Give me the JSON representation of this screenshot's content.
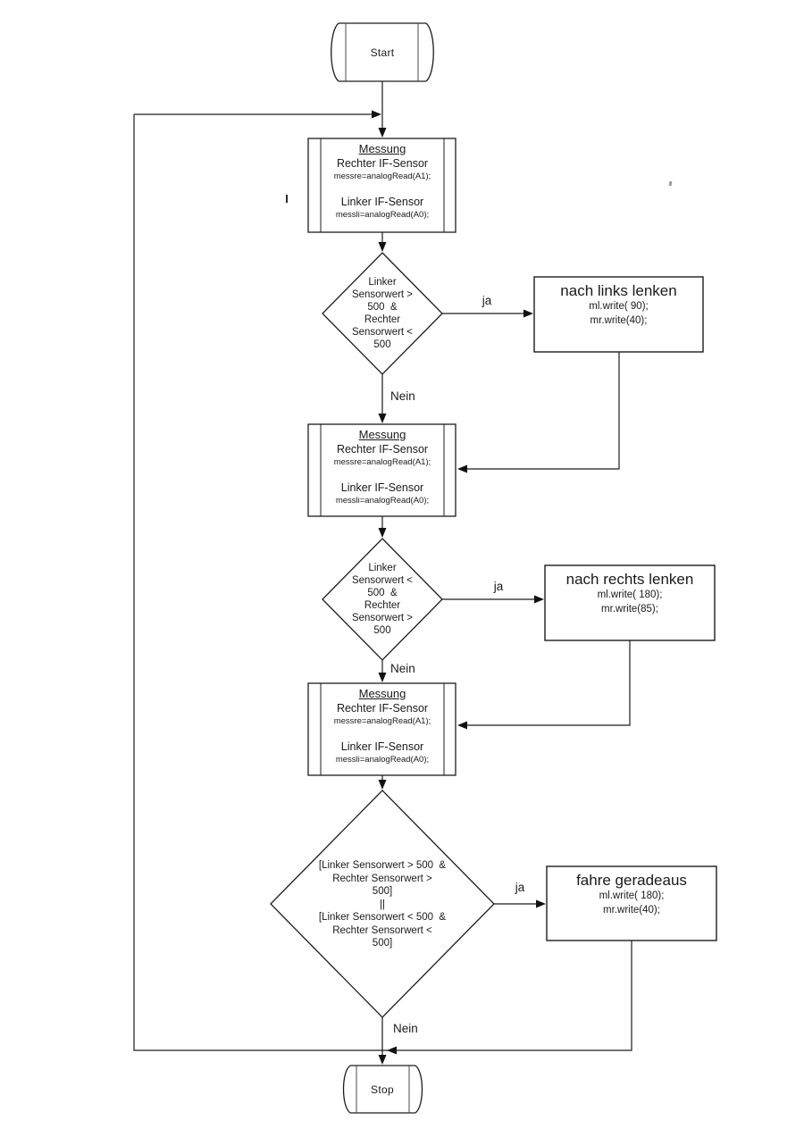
{
  "diagram": {
    "start": {
      "label": "Start"
    },
    "stop": {
      "label": "Stop"
    },
    "measure1": {
      "title": "Messung",
      "sensor1": "Rechter IF-Sensor",
      "code1": "messre=analogRead(A1);",
      "sensor2": "Linker IF-Sensor",
      "code2": "messli=analogRead(A0);"
    },
    "measure2": {
      "title": "Messung",
      "sensor1": "Rechter IF-Sensor",
      "code1": "messre=analogRead(A1);",
      "sensor2": "Linker IF-Sensor",
      "code2": "messli=analogRead(A0);"
    },
    "measure3": {
      "title": "Messung",
      "sensor1": "Rechter IF-Sensor",
      "code1": "messre=analogRead(A1);",
      "sensor2": "Linker IF-Sensor",
      "code2": "messli=analogRead(A0);"
    },
    "decision1": {
      "lines": [
        "Linker",
        "Sensorwert >",
        "500  &",
        "Rechter",
        "Sensorwert <",
        "500"
      ]
    },
    "decision2": {
      "lines": [
        "Linker",
        "Sensorwert <",
        "500  &",
        "Rechter",
        "Sensorwert >",
        "500"
      ]
    },
    "decision3": {
      "lines": [
        "[Linker Sensorwert > 500  &",
        "Rechter Sensorwert >",
        "500]",
        "||",
        "[Linker Sensorwert < 500  &",
        "Rechter Sensorwert <",
        "500]"
      ]
    },
    "action1": {
      "title": "nach links lenken",
      "code1": "ml.write( 90);",
      "code2": "mr.write(40);"
    },
    "action2": {
      "title": "nach rechts lenken",
      "code1": "ml.write( 180);",
      "code2": "mr.write(85);"
    },
    "action3": {
      "title": "fahre geradeaus",
      "code1": "ml.write( 180);",
      "code2": "mr.write(40);"
    },
    "labels": {
      "ja1": "ja",
      "ja2": "ja",
      "ja3": "ja",
      "nein1": "Nein",
      "nein2": "Nein",
      "nein3": "Nein"
    }
  },
  "colors": {
    "line": "#1c1c1c",
    "text": "#1a1a1a",
    "background": "#ffffff"
  }
}
